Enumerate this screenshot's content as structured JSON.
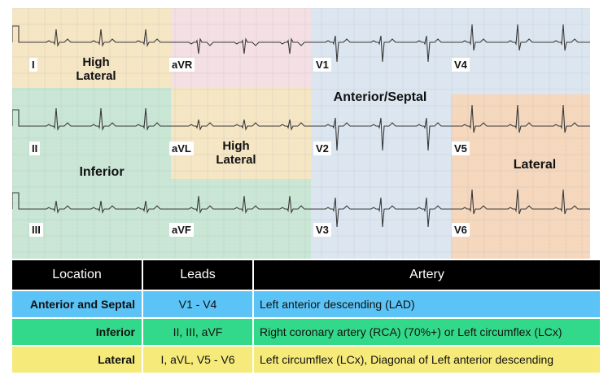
{
  "colors": {
    "high_lateral": "#f7e6c0",
    "avr": "#f6dfe4",
    "anterior_septal": "#dbe6f2",
    "inferior": "#c6e6d3",
    "lateral": "#f7d6b8",
    "grid_minor": "#e4e4e4",
    "grid_major": "#c8c8c8",
    "trace": "#3a3a3a",
    "row_blue": "#5bc3f5",
    "row_green": "#33d98a",
    "row_yellow": "#f5ea7a"
  },
  "leads": {
    "I": "I",
    "II": "II",
    "III": "III",
    "aVR": "aVR",
    "aVL": "aVL",
    "aVF": "aVF",
    "V1": "V1",
    "V2": "V2",
    "V3": "V3",
    "V4": "V4",
    "V5": "V5",
    "V6": "V6"
  },
  "regions": {
    "high_lateral_1": "High\nLateral",
    "high_lateral_2": "High\nLateral",
    "inferior": "Inferior",
    "anterior_septal": "Anterior/Septal",
    "lateral": "Lateral"
  },
  "table": {
    "headers": {
      "location": "Location",
      "leads": "Leads",
      "artery": "Artery"
    },
    "rows": [
      {
        "location": "Anterior and Septal",
        "leads": "V1 - V4",
        "artery": "Left anterior descending (LAD)",
        "color": "#5bc3f5"
      },
      {
        "location": "Inferior",
        "leads": "II, III, aVF",
        "artery": "Right coronary artery (RCA) (70%+) or Left circumflex (LCx)",
        "color": "#33d98a"
      },
      {
        "location": "Lateral",
        "leads": "I, aVL, V5 - V6",
        "artery": "Left circumflex (LCx), Diagonal of Left anterior descending",
        "color": "#f5ea7a"
      }
    ]
  }
}
